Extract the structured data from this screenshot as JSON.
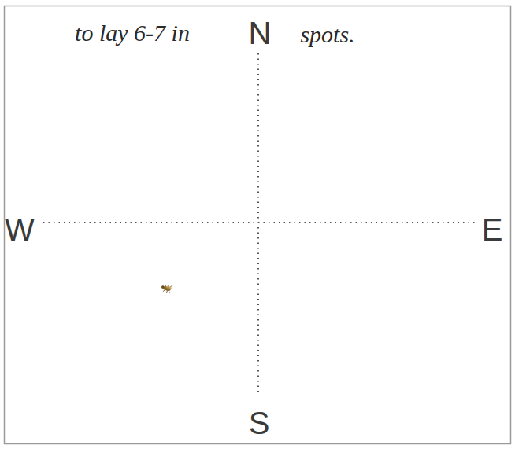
{
  "diagram": {
    "labels": [
      "to lay 6-7 in",
      "N",
      "spots.",
      "W",
      "E",
      "S"
    ]
  }
}
